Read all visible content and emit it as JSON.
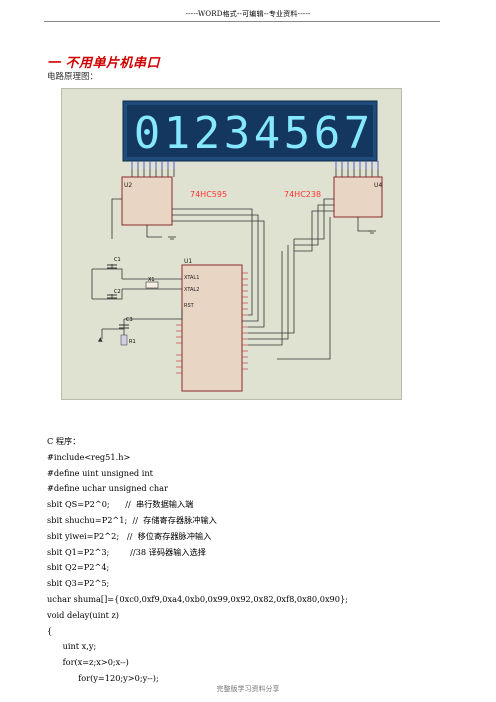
{
  "header": {
    "text": "-----WORD格式--可编辑--专业资料-----"
  },
  "heading": "一 不用单片机串口",
  "subheading": "电路原理图：",
  "schematic": {
    "display_digits": [
      "0",
      "1",
      "2",
      "3",
      "4",
      "5",
      "6",
      "7"
    ],
    "chip_labels": {
      "u2_tag": "74HC595",
      "u4_tag": "74HC238",
      "u2": "U2",
      "u4": "U4",
      "u1": "U1"
    },
    "part_labels": {
      "c1": "C1",
      "c2": "C2",
      "c3": "C3",
      "x1": "X1",
      "r1": "R1"
    },
    "pin_labels": {
      "xtal1": "XTAL1",
      "xtal2": "XTAL2",
      "rst": "RST"
    },
    "colors": {
      "display_bg": "#1f4c7a",
      "segments": "#86e8ff",
      "chip_tag": "#ff3333",
      "chip_body": "#e8d5c4",
      "wire": "#333333"
    }
  },
  "code_lines": [
    "C 程序：",
    "#include<reg51.h>",
    "#define uint unsigned int",
    "#define uchar unsigned char",
    "sbit QS=P2^0;      //  串行数据输入端",
    "sbit shuchu=P2^1;  //  存储寄存器脉冲输入",
    "sbit yiwei=P2^2;   //  移位寄存器脉冲输入",
    "sbit Q1=P2^3;        //38 译码器输入选择",
    "sbit Q2=P2^4;",
    "sbit Q3=P2^5;",
    "uchar shuma[]={0xc0,0xf9,0xa4,0xb0,0x99,0x92,0x82,0xf8,0x80,0x90};",
    "void delay(uint z)",
    "{",
    "      uint x,y;",
    "      for(x=z;x>0;x--)",
    "            for(y=120;y>0;y--);"
  ],
  "footer": "完整版学习资料分享"
}
